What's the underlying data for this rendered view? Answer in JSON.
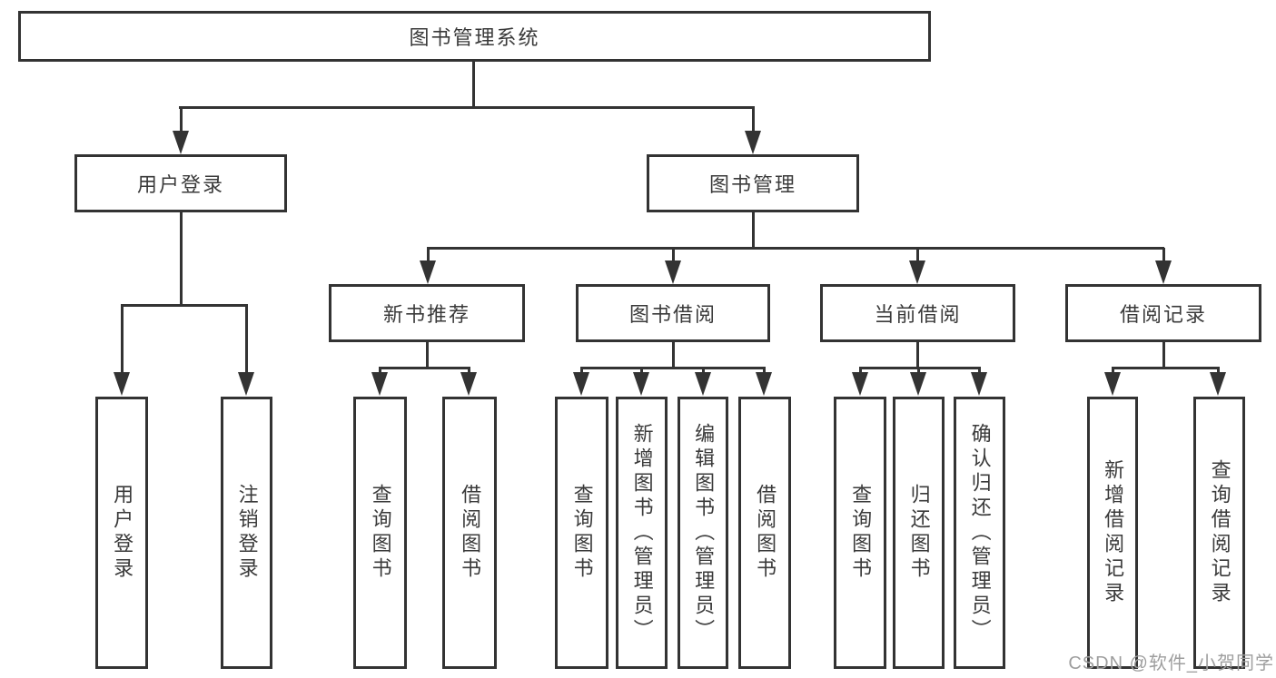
{
  "nodes": {
    "root": "图书管理系统",
    "user_login": "用户登录",
    "book_mgmt": "图书管理",
    "new_book_rec": "新书推荐",
    "book_borrow": "图书借阅",
    "current_borrow": "当前借阅",
    "borrow_records": "借阅记录",
    "ul_user_login": "用户登录",
    "ul_logout": "注销登录",
    "nr_query_book": "查询图书",
    "nr_borrow_book": "借阅图书",
    "bb_query_book": "查询图书",
    "bb_add_book": "新增图书（管理员）",
    "bb_edit_book": "编辑图书（管理员）",
    "bb_borrow_book": "借阅图书",
    "cb_query_book": "查询图书",
    "cb_return_book": "归还图书",
    "cb_confirm_return": "确认归还（管理员）",
    "br_add_record": "新增借阅记录",
    "br_query_record": "查询借阅记录"
  },
  "watermark": "CSDN @软件_小贺同学",
  "colors": {
    "line": "#333333",
    "text": "#3a3a3a",
    "box_background": "#ffffff",
    "page_background": "#ffffff",
    "watermark": "#9e9e9e"
  }
}
